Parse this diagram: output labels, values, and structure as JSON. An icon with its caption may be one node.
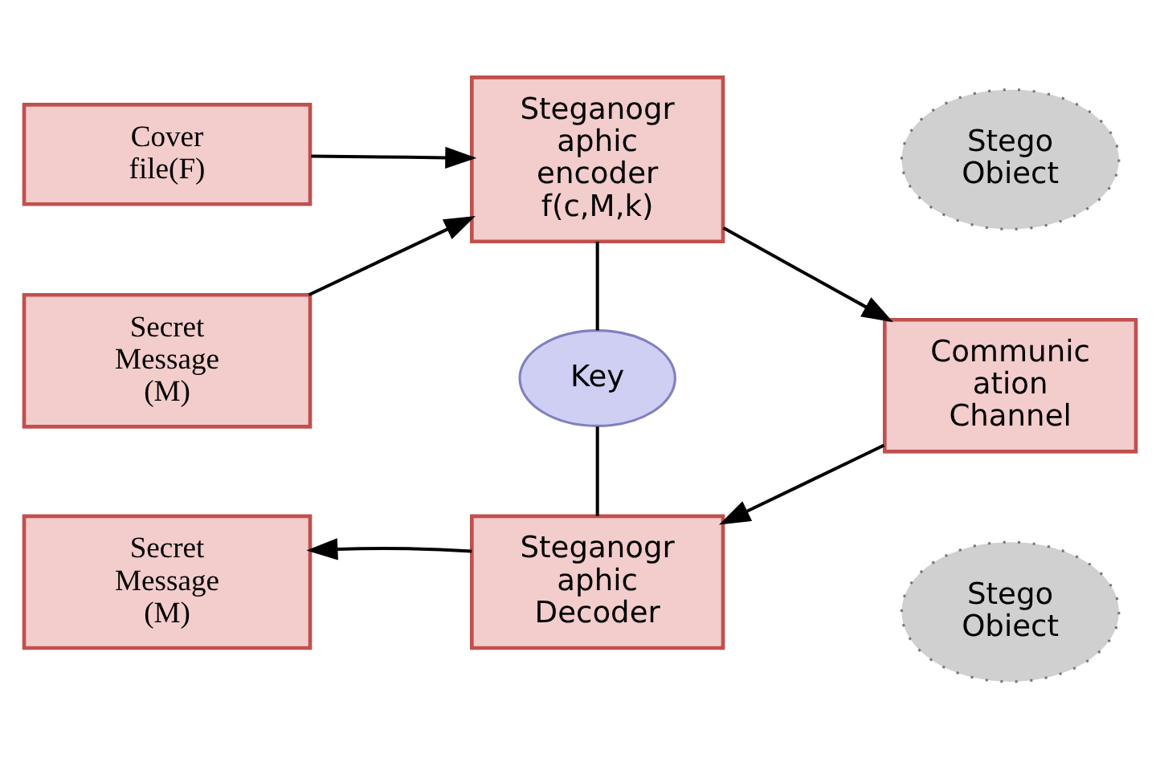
{
  "diagram": {
    "nodes": [
      {
        "text": [
          "Cover file(F)"
        ]
      },
      {
        "text": [
          "Steganogr aphic encoder f(c,M,k)"
        ]
      },
      {
        "text": [
          "Stego Obiect"
        ]
      },
      {
        "text": [
          "Secret Message (M)"
        ]
      },
      {
        "text": [
          "Key"
        ]
      },
      {
        "text": [
          "Communic ation Channel"
        ]
      },
      {
        "text": [
          "Secret Message (M)"
        ]
      },
      {
        "text": [
          "Steganogr aphic Decoder"
        ]
      },
      {
        "text": [
          "Stego Obiect"
        ]
      }
    ],
    "edges": [
      {
        "from": 0,
        "to": 1,
        "arrow": "to"
      },
      {
        "from": 3,
        "to": 1,
        "arrow": "to"
      },
      {
        "from": 1,
        "to": 5,
        "arrow": "to"
      },
      {
        "from": 1,
        "to": 4,
        "arrow": "none"
      },
      {
        "from": 4,
        "to": 7,
        "arrow": "none"
      },
      {
        "from": 5,
        "to": 7,
        "arrow": "to"
      },
      {
        "from": 7,
        "to": 6,
        "arrow": "to"
      }
    ]
  }
}
